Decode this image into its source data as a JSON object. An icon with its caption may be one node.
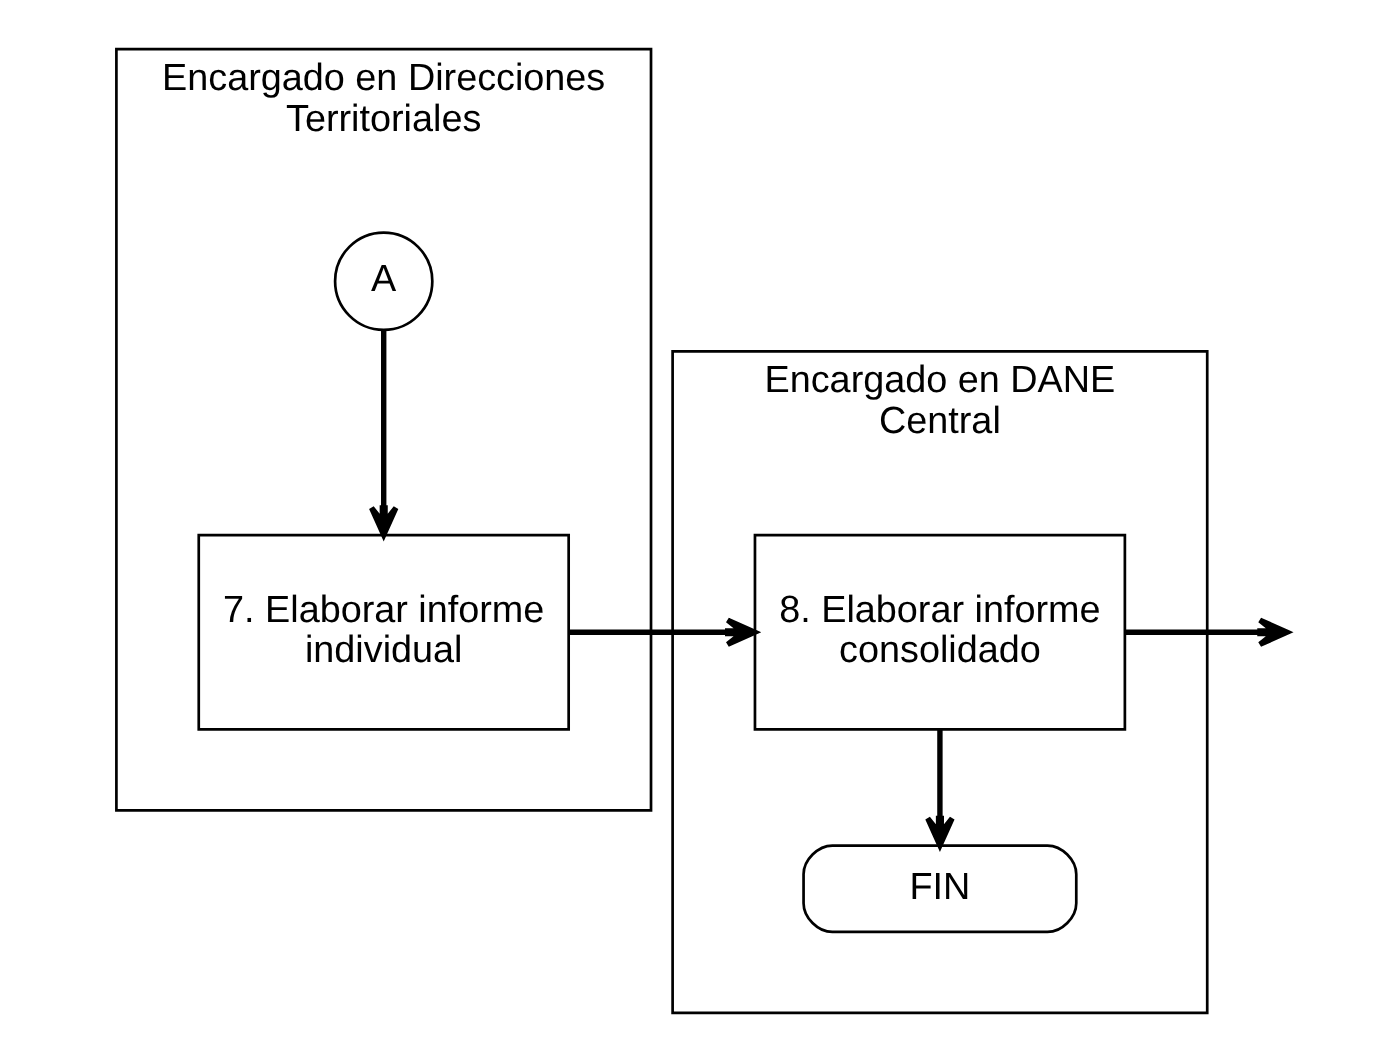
{
  "diagram": {
    "nodes": [
      {
        "text": [
          "Encargado en Direcciones Territoriales"
        ]
      },
      {
        "text": [
          "Encargado en DANE Central"
        ]
      },
      {
        "text": [
          "A"
        ],
        "in": 0
      },
      {
        "text": [
          "7. Elaborar informe individual"
        ],
        "in": 0
      },
      {
        "text": [
          "8. Elaborar informe consolidado"
        ],
        "in": 1
      },
      {
        "text": [
          "FIN"
        ],
        "in": 1
      }
    ],
    "edges": [
      {
        "from": 2,
        "to": 3,
        "arrow": "to"
      },
      {
        "from": 3,
        "to": 4,
        "arrow": "to"
      },
      {
        "from": 4,
        "to": null,
        "arrow": "to"
      },
      {
        "from": 4,
        "to": 5,
        "arrow": "to"
      }
    ]
  }
}
